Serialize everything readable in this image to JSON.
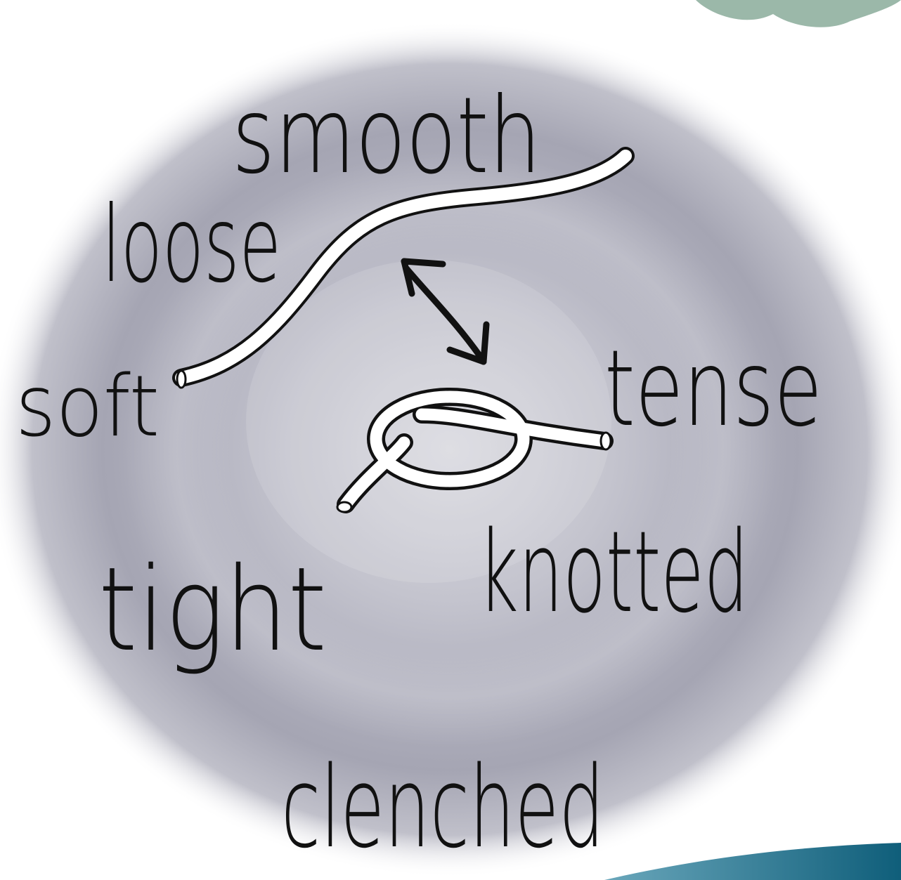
{
  "words": {
    "smooth": "smooth",
    "loose": "loose",
    "soft": "soft",
    "tense": "tense",
    "knotted": "knotted",
    "tight": "tight",
    "clenched": "clenched"
  },
  "colors": {
    "background": "#ffffff",
    "disc_center": "#d8d8df",
    "disc_mid": "#b9b9c5",
    "disc_edge": "#9a9aa8",
    "ink": "#111111",
    "rope": "#ffffff",
    "leaf_accent": "#9bb8a9",
    "wave_accent": "#1b6f8a"
  },
  "icons": {
    "loose_rope": "smooth-rope-icon",
    "knotted_rope": "knot-icon",
    "arrow": "double-headed-arrow-icon"
  }
}
